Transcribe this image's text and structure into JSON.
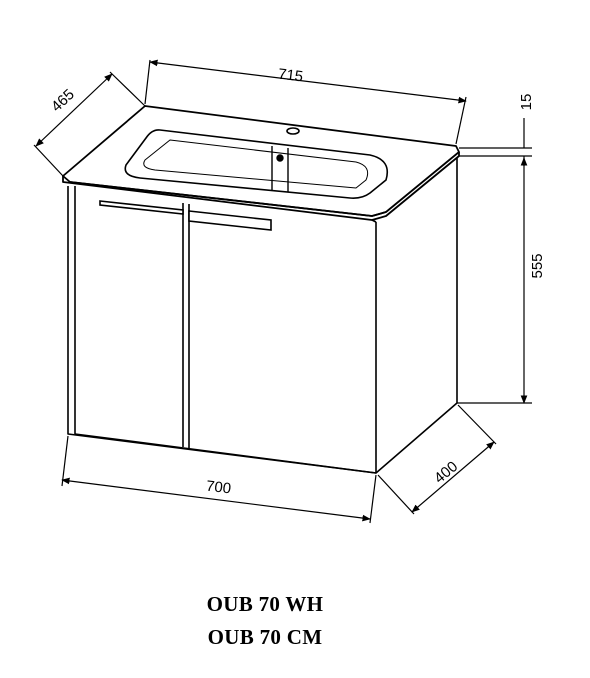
{
  "dimensions": {
    "top_width": "715",
    "top_depth": "465",
    "top_thickness": "15",
    "cabinet_height": "555",
    "cabinet_width": "700",
    "cabinet_depth": "400"
  },
  "models": [
    "OUB 70 WH",
    "OUB 70 CM"
  ]
}
